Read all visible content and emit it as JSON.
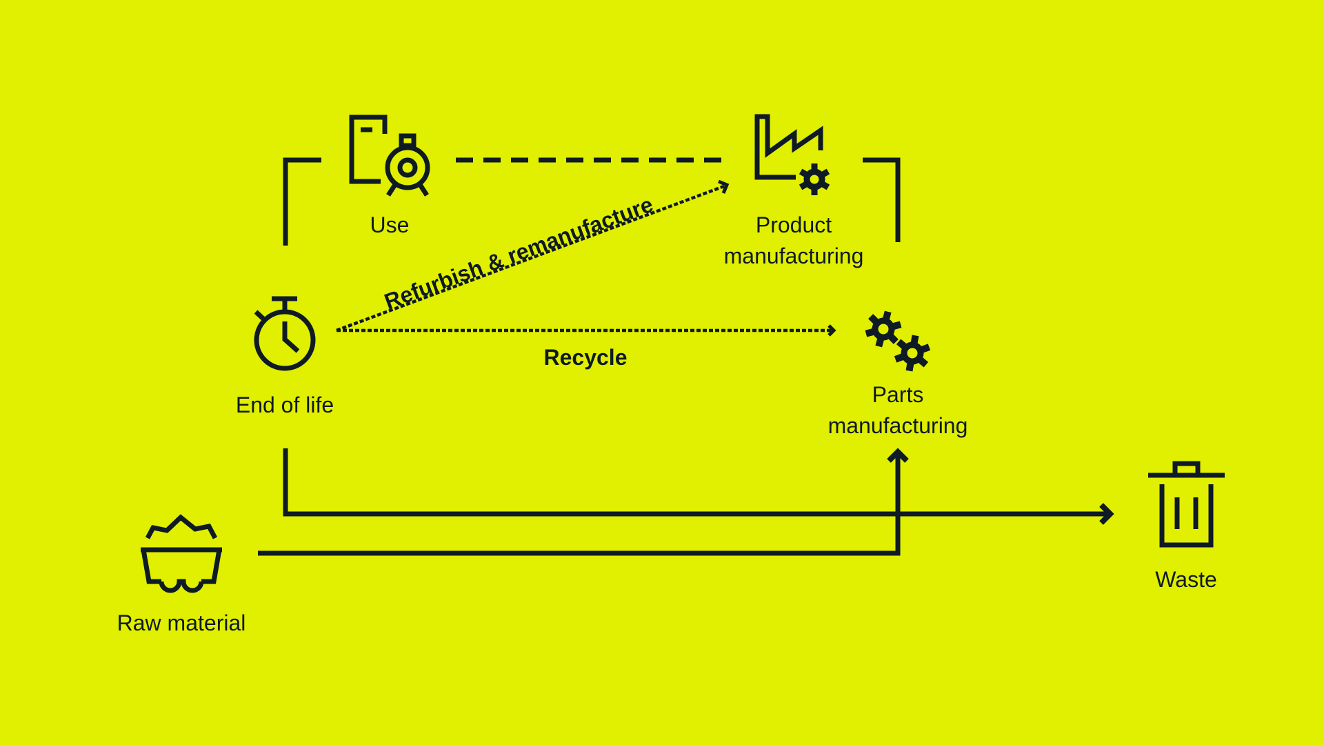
{
  "diagram": {
    "title": "Circular product lifecycle",
    "colors": {
      "background": "#E1EF00",
      "ink": "#0E1A24"
    },
    "nodes": [
      {
        "id": "use",
        "label": "Use",
        "icon": "pump-device-icon"
      },
      {
        "id": "product_manufacturing",
        "label_line1": "Product",
        "label_line2": "manufacturing",
        "icon": "factory-gear-icon"
      },
      {
        "id": "end_of_life",
        "label": "End of life",
        "icon": "stopwatch-icon"
      },
      {
        "id": "parts_manufacturing",
        "label_line1": "Parts",
        "label_line2": "manufacturing",
        "icon": "gears-icon"
      },
      {
        "id": "raw_material",
        "label": "Raw material",
        "icon": "mine-cart-icon"
      },
      {
        "id": "waste",
        "label": "Waste",
        "icon": "trash-can-icon"
      }
    ],
    "edges": [
      {
        "from": "product_manufacturing",
        "to": "use",
        "style": "dashed"
      },
      {
        "from": "use",
        "to": "end_of_life",
        "style": "solid-bracket"
      },
      {
        "from": "end_of_life",
        "to": "product_manufacturing",
        "style": "dotted-arrow",
        "label": "Refurbish & remanufacture"
      },
      {
        "from": "end_of_life",
        "to": "parts_manufacturing",
        "style": "dotted-arrow",
        "label": "Recycle"
      },
      {
        "from": "end_of_life",
        "to": "waste",
        "style": "solid-arrow"
      },
      {
        "from": "raw_material",
        "to": "parts_manufacturing",
        "style": "solid-arrow"
      },
      {
        "from": "parts_manufacturing",
        "to": "product_manufacturing",
        "style": "solid-bracket"
      }
    ]
  },
  "labels": {
    "use": "Use",
    "product_line1": "Product",
    "product_line2": "manufacturing",
    "end_of_life": "End of life",
    "parts_line1": "Parts",
    "parts_line2": "manufacturing",
    "raw_material": "Raw material",
    "waste": "Waste",
    "refurbish": "Refurbish & remanufacture",
    "recycle": "Recycle"
  }
}
